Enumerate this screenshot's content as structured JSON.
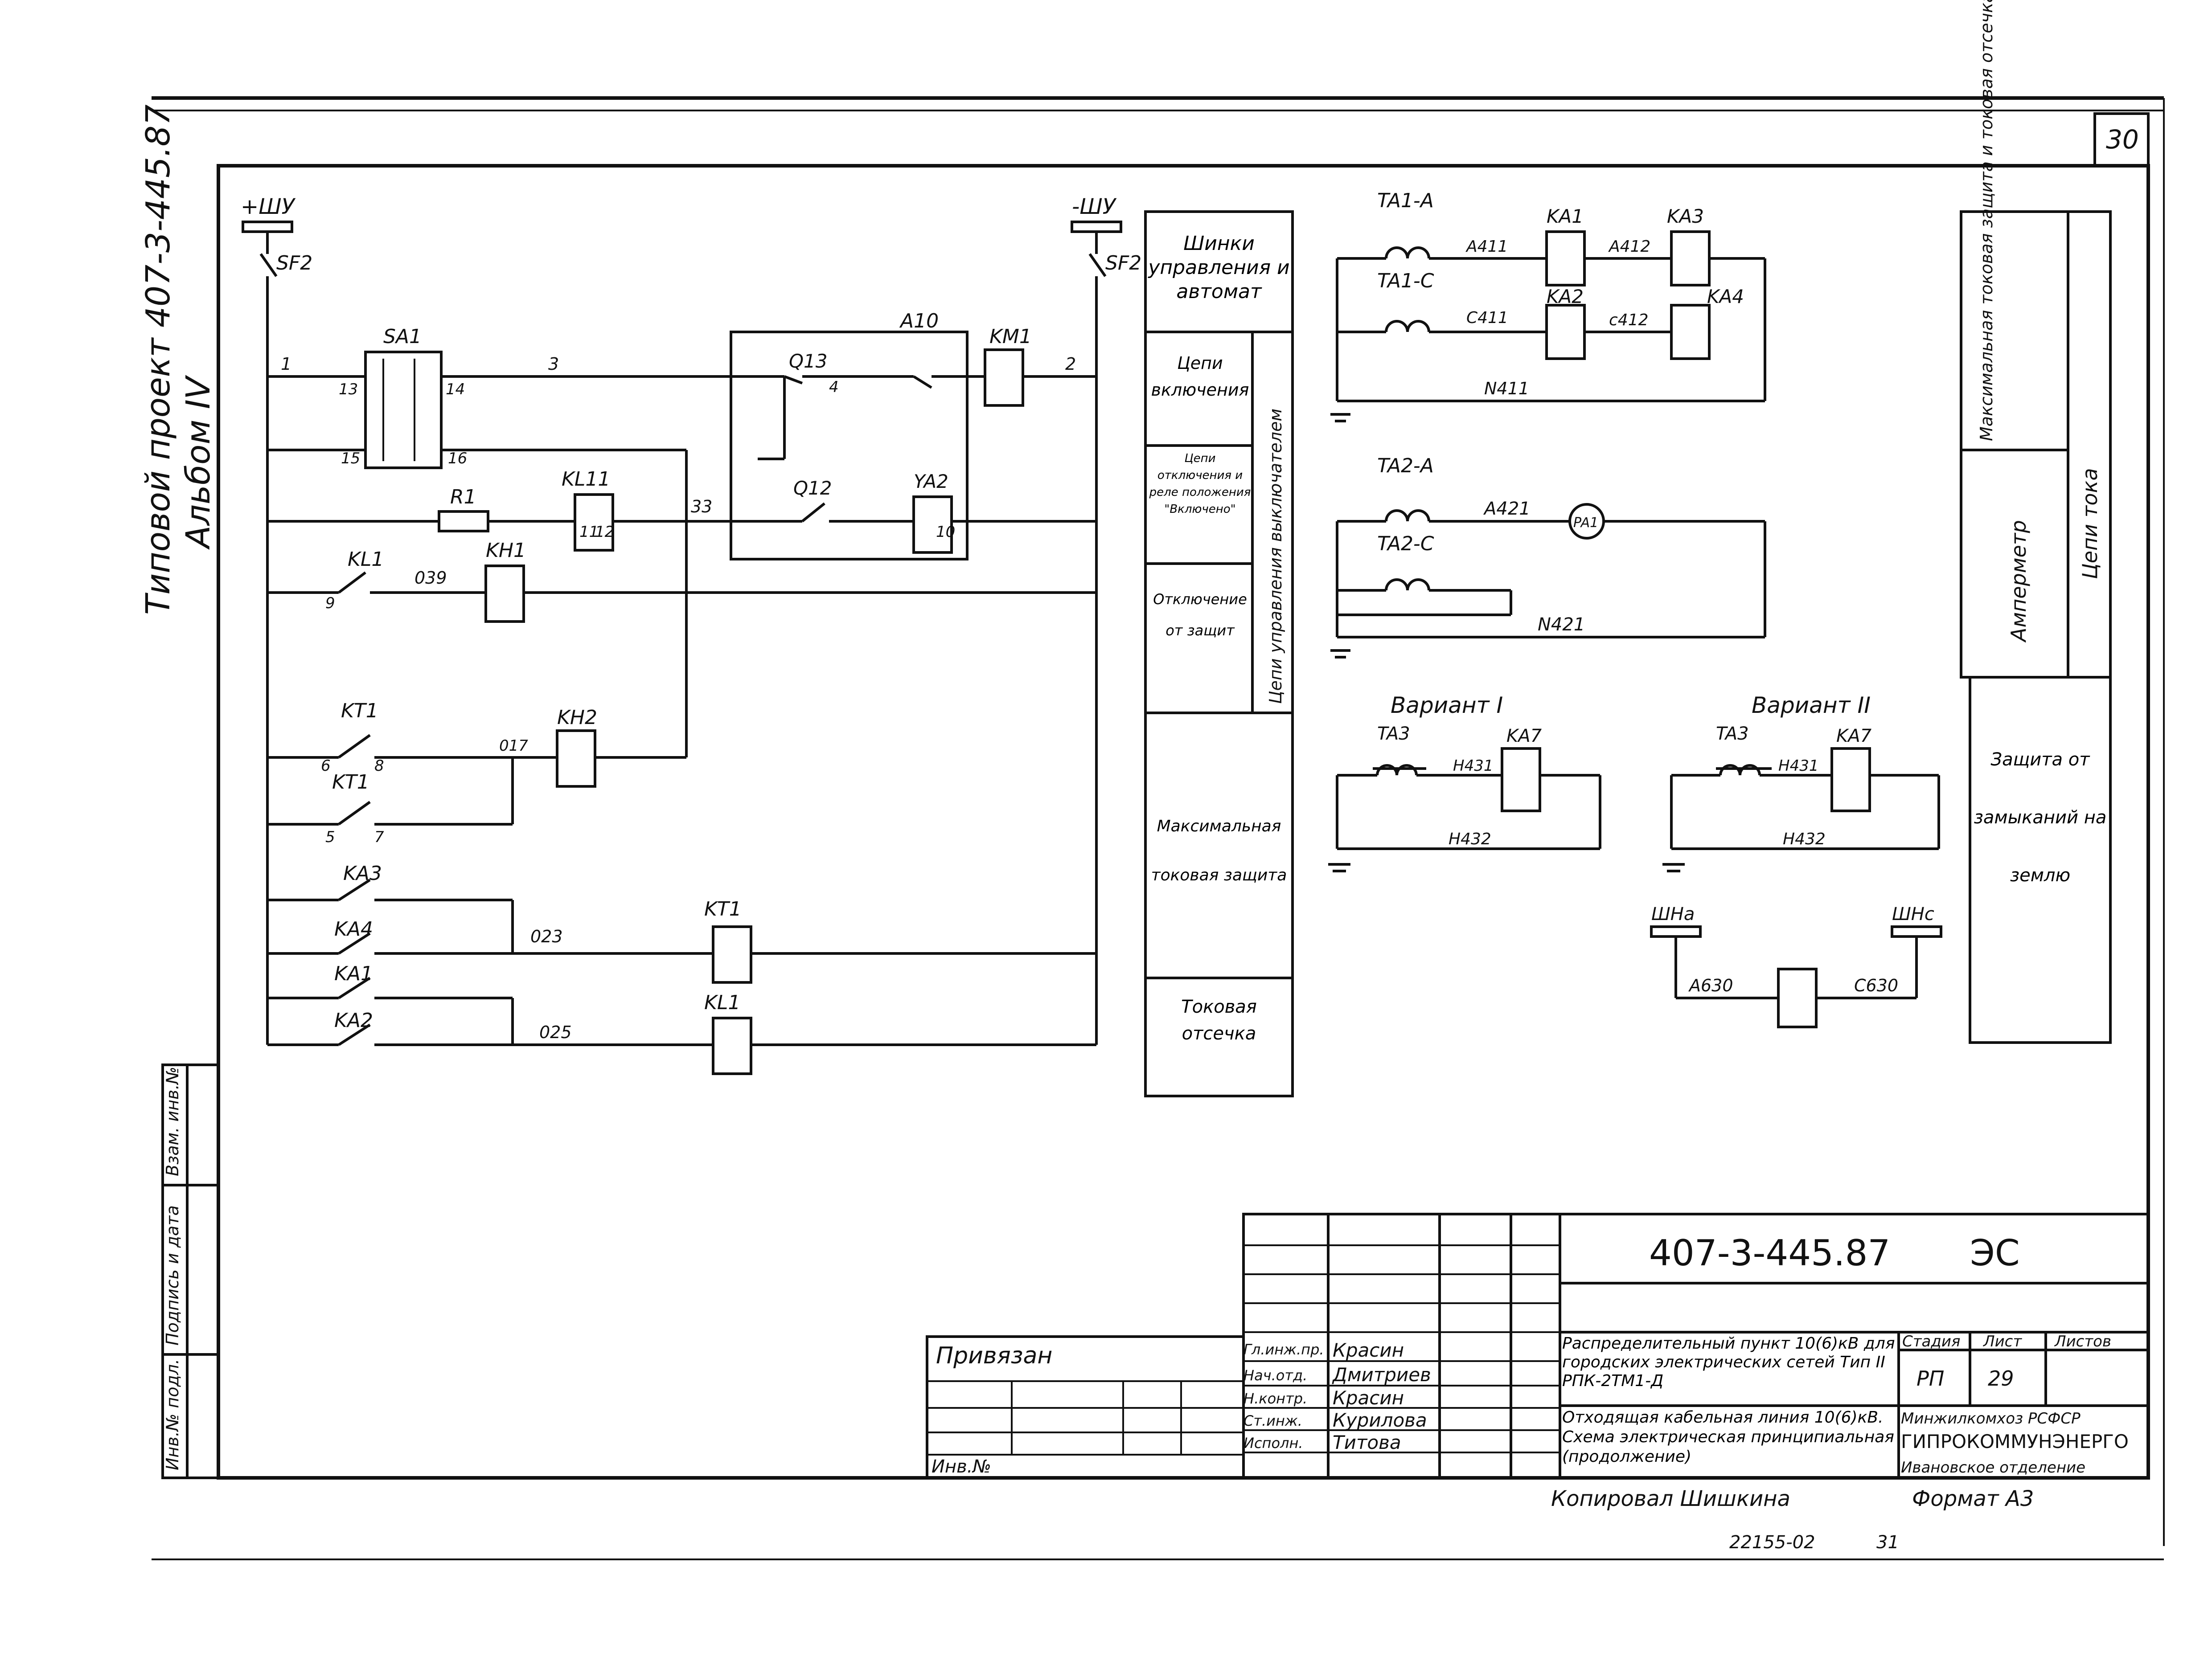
{
  "sheet": {
    "sheet_number": "30",
    "side_vertical_title": "Типовой проект 407-3-445.87",
    "side_album": "Альбом IV",
    "side_stamps": [
      "Инв.№ подл.",
      "Подпись и дата",
      "Взам. инв.№"
    ]
  },
  "diagram": {
    "supply_plus": "+ШУ",
    "supply_minus": "-ШУ",
    "sf2_left": "SF2",
    "sf2_right": "SF2",
    "sa1": "SA1",
    "a10": "A10",
    "km1": "KM1",
    "q13": "Q13",
    "q12": "Q12",
    "ya2": "YA2",
    "r1": "R1",
    "kl11": "KL11",
    "kl1_contact": "KL1",
    "kh1": "KH1",
    "kt1_top": "KT1",
    "kt1_bottom": "KT1",
    "kh2": "KH2",
    "ka3": "KA3",
    "ka4": "KA4",
    "ka1": "KA1",
    "ka2": "KA2",
    "kt1_coil": "KT1",
    "kl1_coil": "KL1",
    "wire_labels": [
      "1",
      "3",
      "2",
      "33",
      "039",
      "017",
      "023",
      "025",
      "13",
      "14",
      "15",
      "16",
      "11",
      "12",
      "10",
      "9",
      "6",
      "8",
      "5",
      "7",
      "4"
    ]
  },
  "sections_left": [
    "Шинки управления и автомат",
    "Цепи включения",
    "Цепи отключения и реле положения \"Включено\"",
    "Отключение от защит",
    "Максимальная токовая защита",
    "Токовая отсечка"
  ],
  "sections_left_vertical": "Цепи управления выключателем",
  "current_circuits": {
    "ta1a": "TA1-A",
    "ta1c": "TA1-C",
    "ka1": "KA1",
    "ka2": "KA2",
    "ka3": "KA3",
    "ka4": "KA4",
    "a411": "A411",
    "a412": "A412",
    "c411": "C411",
    "c412": "c412",
    "n411": "N411",
    "ta2a": "TA2-A",
    "ta2c": "TA2-C",
    "a421": "A421",
    "pa1": "PA1",
    "n421": "N421",
    "variant1": "Вариант I",
    "variant2": "Вариант II",
    "ta3": "TA3",
    "ka7": "KA7",
    "h431": "H431",
    "h432": "H432",
    "shna": "ШНа",
    "shnc": "ШНс",
    "a630": "A630",
    "c630": "C630"
  },
  "sections_right": [
    "Максимальная токовая защита и токовая отсечка",
    "Амперметр",
    "Цепи тока",
    "Защита от замыканий на землю"
  ],
  "title_block": {
    "code": "407-3-445.87",
    "stage_mark": "ЭС",
    "attached": "Привязан",
    "inv": "Инв.№",
    "roles": [
      "Гл.инж.пр.",
      "Нач.отд.",
      "Н.контр.",
      "Ст.инж.",
      "Исполн."
    ],
    "names": [
      "Красин",
      "Дмитриев",
      "Красин",
      "Курилова",
      "Титова"
    ],
    "project_title": "Распределительный пункт 10(6)кВ для городских электрических сетей Тип II РПК-2ТМ1-Д",
    "sheet_title": "Отходящая кабельная линия 10(6)кВ. Схема электрическая принципиальная (продолжение)",
    "col_stage": "Стадия",
    "col_sheet": "Лист",
    "col_sheets": "Листов",
    "stage": "РП",
    "sheet": "29",
    "org1": "Минжилкомхоз РСФСР",
    "org2": "ГИПРОКОММУНЭНЕРГО",
    "org3": "Ивановское отделение",
    "copied": "Копировал Шишкина",
    "format": "Формат А3",
    "bottom_code": "22155-02",
    "bottom_num": "31"
  }
}
